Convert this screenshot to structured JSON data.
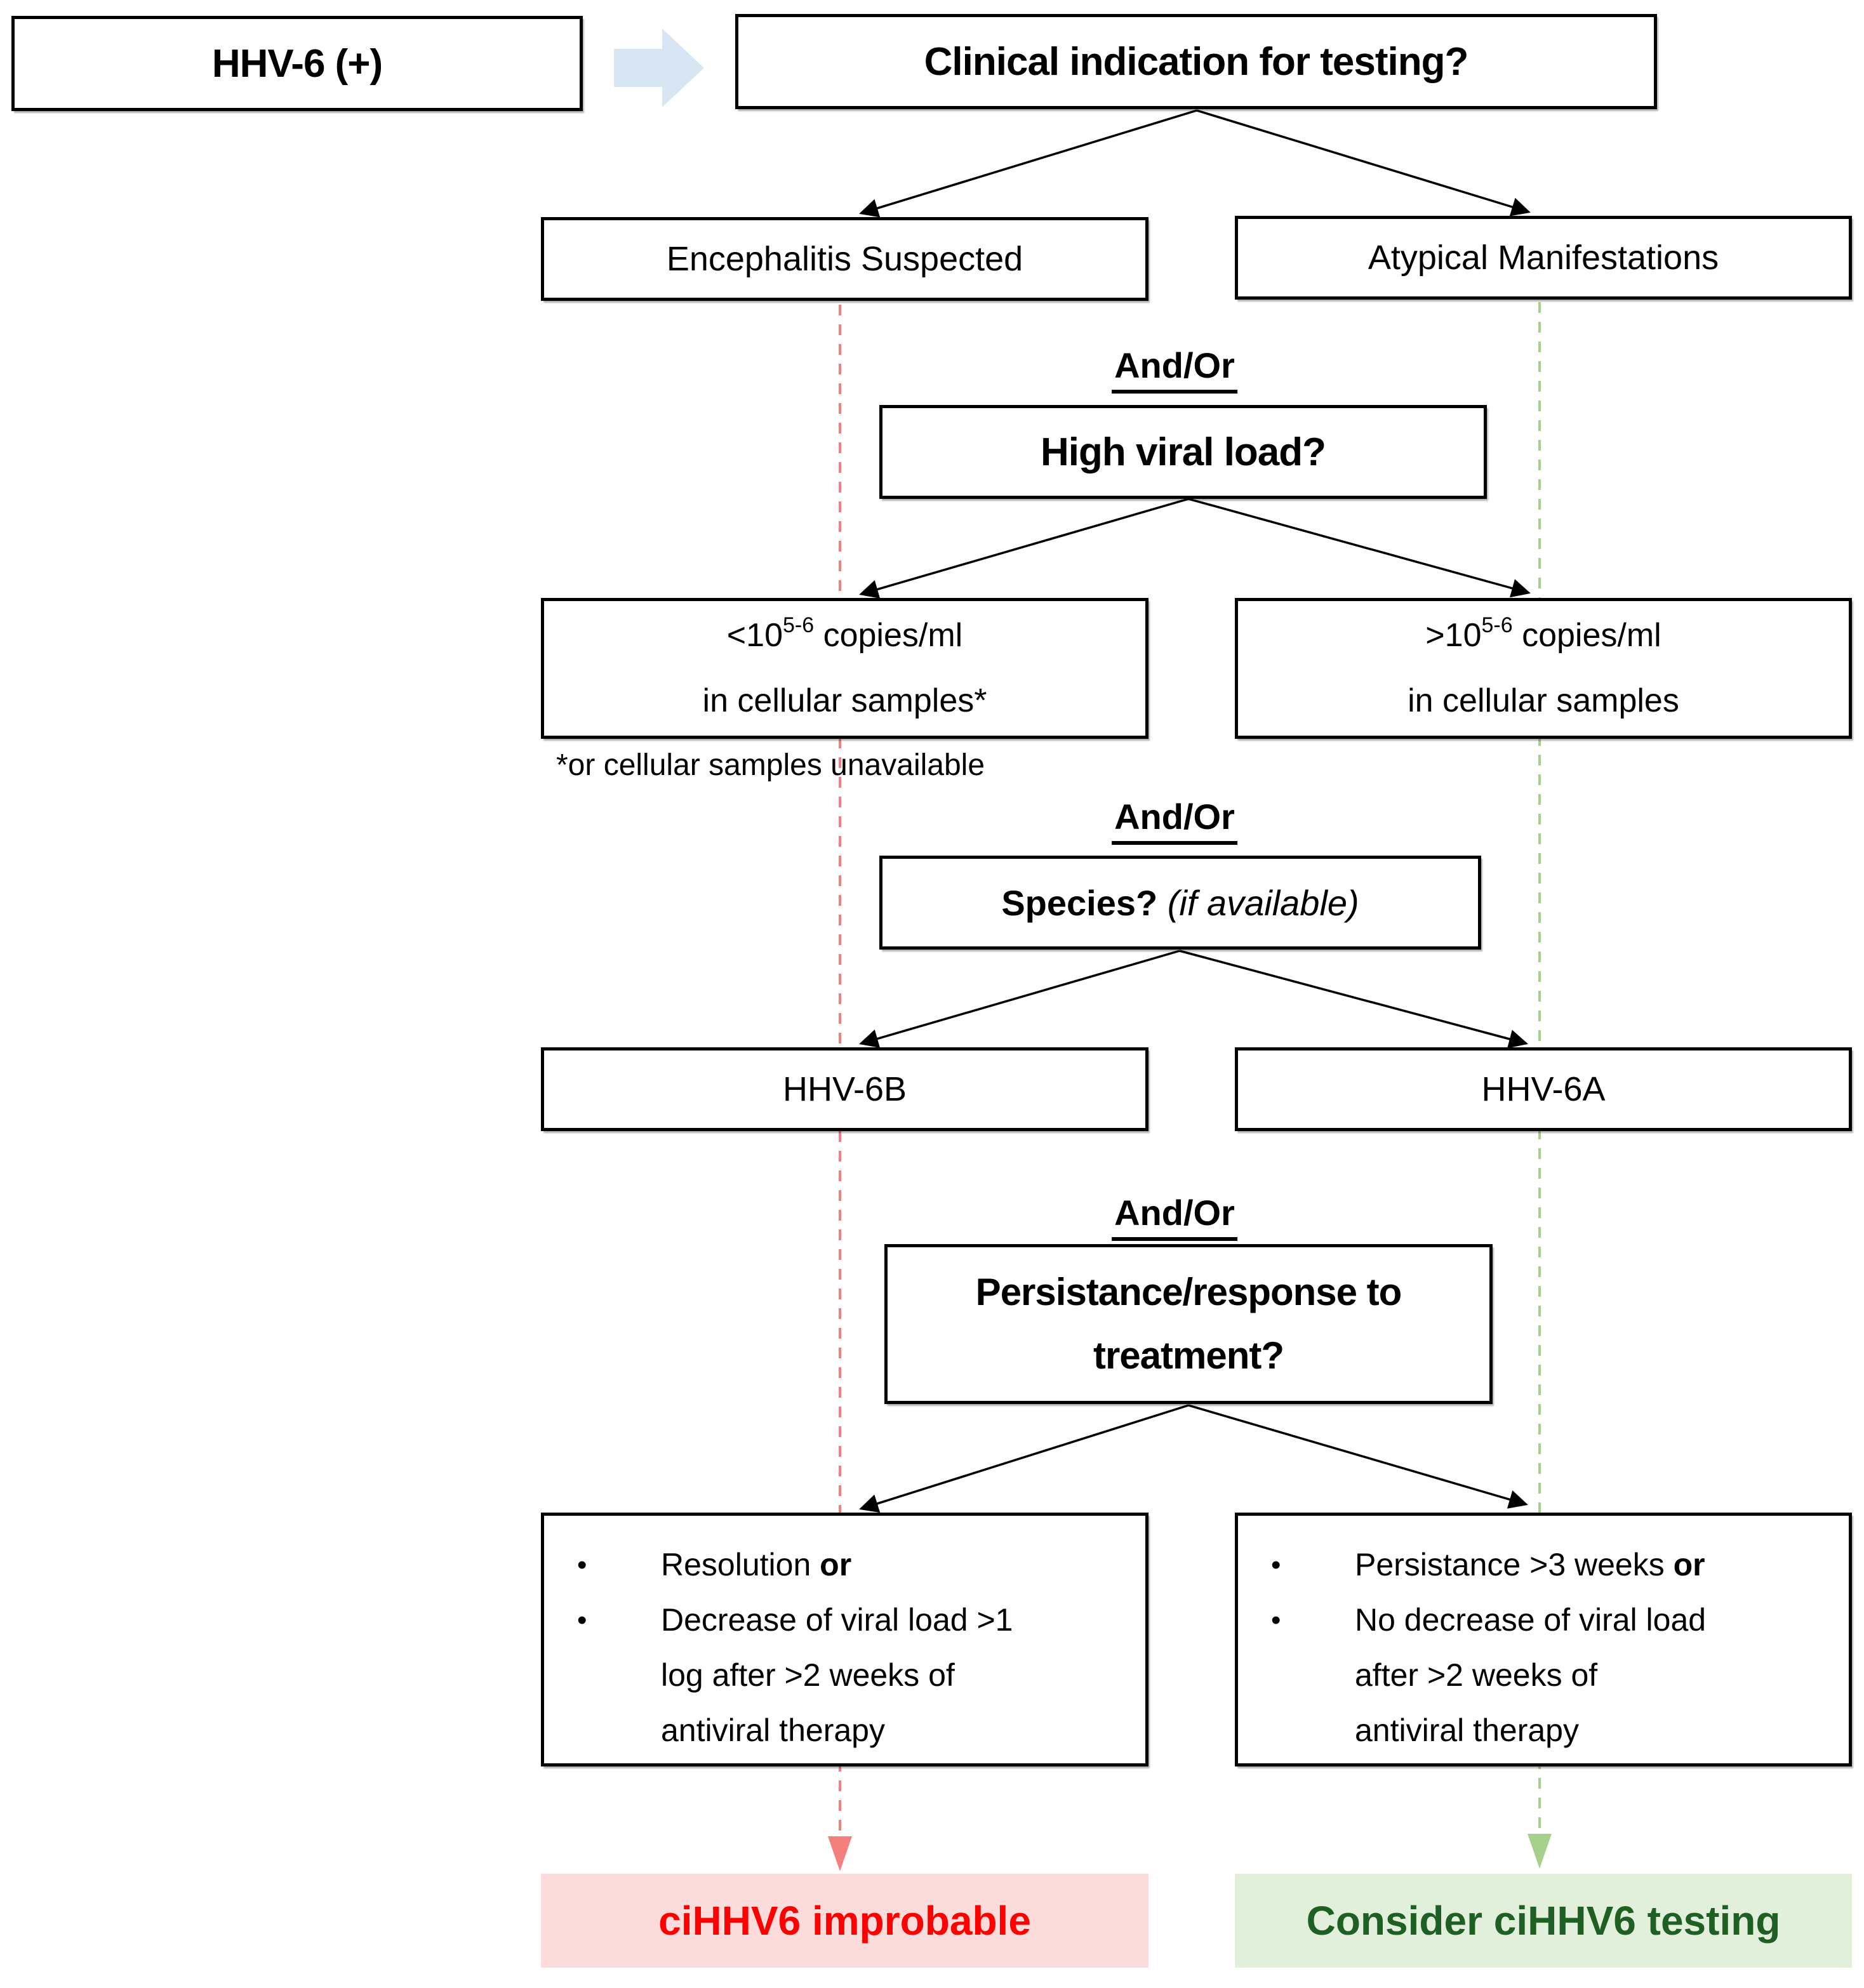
{
  "flowchart": {
    "start_label": "HHV-6 (+)",
    "clinical_question": "Clinical indication for testing?",
    "and_or": "And/Or",
    "indication": {
      "left": "Encephalitis Suspected",
      "right": "Atypical Manifestations"
    },
    "viral_load_question": "High viral load?",
    "viral_load": {
      "left": {
        "threshold_prefix": "<10",
        "threshold_sup": "5-6",
        "threshold_suffix": " copies/ml",
        "line2": "in cellular samples*"
      },
      "right": {
        "threshold_prefix": ">10",
        "threshold_sup": "5-6",
        "threshold_suffix": " copies/ml",
        "line2": "in cellular samples"
      },
      "footnote": "*or cellular samples unavailable"
    },
    "species_question": {
      "bold_part": "Species?",
      "italic_part": "(if available)"
    },
    "species": {
      "left": "HHV-6B",
      "right": "HHV-6A"
    },
    "persistence_question": {
      "line1": "Persistance/response to",
      "line2": "treatment?"
    },
    "response": {
      "left": {
        "bullet1_text": "Resolution ",
        "bullet1_bold": "or",
        "bullet2_lines": [
          "Decrease of viral load >1",
          "log after >2 weeks of",
          "antiviral therapy"
        ]
      },
      "right": {
        "bullet1_text": "Persistance >3 weeks ",
        "bullet1_bold": "or",
        "bullet2_lines": [
          "No decrease of viral load",
          "after >2 weeks of",
          "antiviral therapy"
        ]
      }
    },
    "outcomes": {
      "improbable": "ciHHV6 improbable",
      "consider": "Consider ciHHV6 testing"
    }
  },
  "colors": {
    "outcome_improbable_bg": "#fbdcda",
    "outcome_improbable_text": "#fe0000",
    "outcome_consider_bg": "#e2efda",
    "outcome_consider_text": "#1e6023",
    "improbable_path_line": "#f4807e",
    "consider_path_line": "#a8d08d",
    "flow_arrow_fill": "#d8e6f3",
    "connector_color": "#000000",
    "box_border": "#000000"
  }
}
